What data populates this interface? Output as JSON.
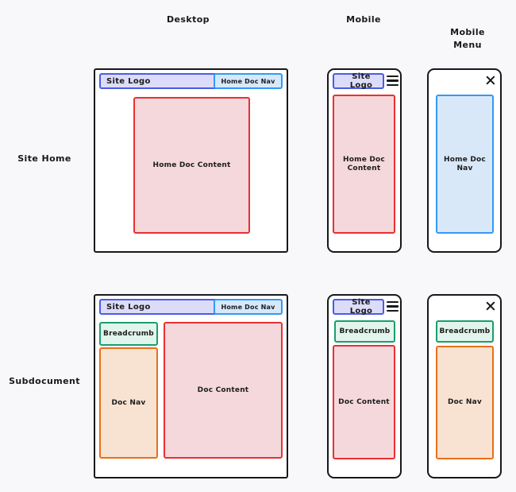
{
  "diagram": {
    "columns": [
      {
        "id": "desktop",
        "label": "Desktop"
      },
      {
        "id": "mobile",
        "label": "Mobile"
      },
      {
        "id": "mobile_menu",
        "label": "Mobile\nMenu"
      }
    ],
    "rows": [
      {
        "id": "site_home",
        "label": "Site Home"
      },
      {
        "id": "subdocument",
        "label": "Subdocument"
      }
    ]
  },
  "labels": {
    "site_logo": "Site Logo",
    "home_doc_nav": "Home Doc Nav",
    "home_doc_content": "Home Doc Content",
    "home_doc_content_wrapped": "Home Doc\nContent",
    "home_doc_nav_wrapped": "Home Doc\nNav",
    "doc_content": "Doc Content",
    "breadcrumb": "Breadcrumb",
    "doc_nav": "Doc Nav"
  },
  "icons": {
    "hamburger": "hamburger-menu-icon",
    "close": "close-icon"
  },
  "colors": {
    "background": "#f8f8fa",
    "frame_border": "#17181c",
    "frame_fill": "#ffffff",
    "logo_fill": "#dcdcf8",
    "logo_border": "#4a5ce8",
    "nav_fill": "#d6e8fb",
    "nav_border": "#3399f5",
    "content_fill": "#f5d8dc",
    "content_border": "#e83030",
    "breadcrumb_fill": "#e2f5ec",
    "breadcrumb_border": "#1a9e6e",
    "docnav_fill": "#f8e2d2",
    "docnav_border": "#e8701a",
    "mobile_nav_fill": "#d9e8f8",
    "mobile_nav_border": "#3399f5"
  }
}
